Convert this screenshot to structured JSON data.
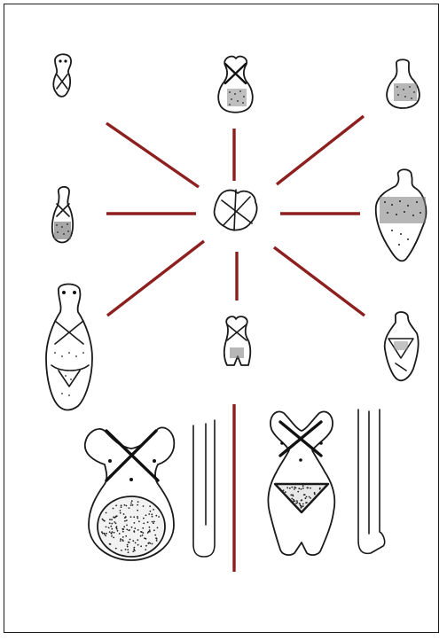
{
  "figure": {
    "ray_color": "#8e1f1f",
    "ink_color": "#1a1a1a",
    "figurines": [
      {
        "id": "top-left",
        "icon": "figurine-head-sketch"
      },
      {
        "id": "top-center",
        "icon": "figurine-crossed-chest"
      },
      {
        "id": "top-right",
        "icon": "figurine-torso-dotted"
      },
      {
        "id": "middle-left",
        "icon": "figurine-small-dotted"
      },
      {
        "id": "center",
        "icon": "figurine-cross-fragment"
      },
      {
        "id": "middle-right",
        "icon": "figurine-wide-dotted"
      },
      {
        "id": "bottom-left",
        "icon": "figurine-tall-decorated"
      },
      {
        "id": "bottom-center",
        "icon": "figurine-crossed-legs"
      },
      {
        "id": "bottom-right",
        "icon": "figurine-triangle-pubic"
      },
      {
        "id": "large-left-front",
        "icon": "figurine-drawing-front"
      },
      {
        "id": "large-left-side",
        "icon": "figurine-drawing-profile"
      },
      {
        "id": "large-right-front",
        "icon": "figurine-drawing-front-triangle"
      },
      {
        "id": "large-right-side",
        "icon": "figurine-drawing-profile-foot"
      }
    ]
  }
}
